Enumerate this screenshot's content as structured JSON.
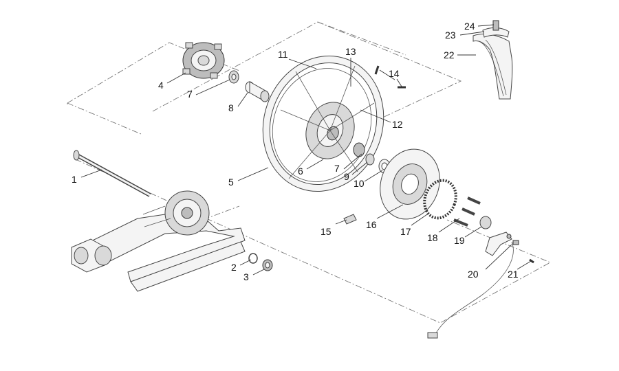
{
  "callouts": [
    {
      "num": "1"
    },
    {
      "num": "2"
    },
    {
      "num": "3"
    },
    {
      "num": "4"
    },
    {
      "num": "5"
    },
    {
      "num": "6"
    },
    {
      "num": "7"
    },
    {
      "num": "7"
    },
    {
      "num": "8"
    },
    {
      "num": "9"
    },
    {
      "num": "10"
    },
    {
      "num": "11"
    },
    {
      "num": "12"
    },
    {
      "num": "13"
    },
    {
      "num": "14"
    },
    {
      "num": "15"
    },
    {
      "num": "16"
    },
    {
      "num": "17"
    },
    {
      "num": "18"
    },
    {
      "num": "19"
    },
    {
      "num": "20"
    },
    {
      "num": "21"
    },
    {
      "num": "22"
    },
    {
      "num": "23"
    },
    {
      "num": "24"
    }
  ]
}
